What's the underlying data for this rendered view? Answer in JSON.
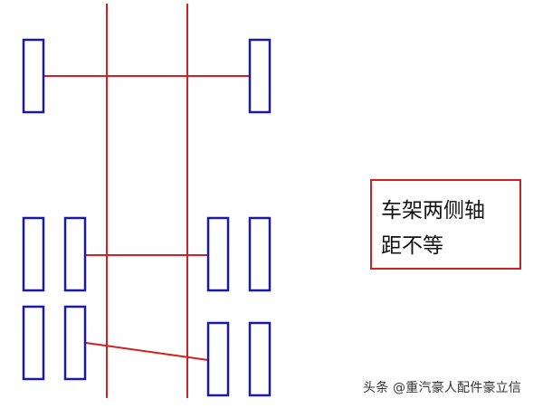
{
  "colors": {
    "frame": "#d42020",
    "wheel": "#1a1aa8",
    "axle": "#d42020",
    "callout_border": "#cc2222"
  },
  "callout": {
    "line1": "车架两侧轴",
    "line2": "距不等"
  },
  "watermark": {
    "text": "头条 @重汽豪人配件豪立信"
  }
}
